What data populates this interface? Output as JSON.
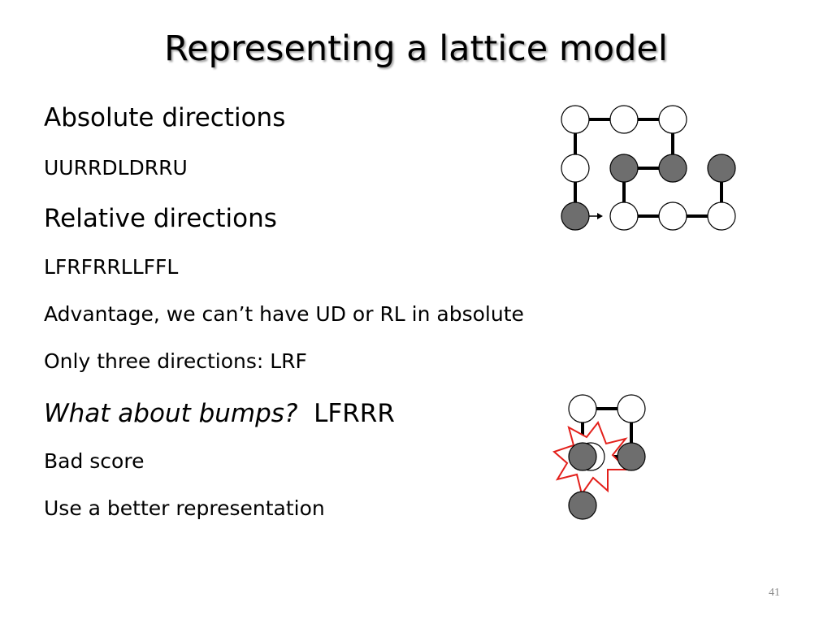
{
  "slide": {
    "title": "Representing a lattice model",
    "number": "41"
  },
  "bullets": [
    {
      "text": "Absolute directions"
    },
    {
      "text": "UURRDLDRRU"
    },
    {
      "text": "Relative directions"
    },
    {
      "text": "LFRFRRLLFFL"
    },
    {
      "text": "Advantage, we can’t have UD or RL in absolute"
    },
    {
      "text": "Only three directions: LRF"
    },
    {
      "text": "What about bumps?",
      "suffix": "LFRRR"
    },
    {
      "text": "Bad score"
    },
    {
      "text": "Use a better representation"
    }
  ],
  "colors": {
    "filled_node": "#6e6e6e",
    "empty_node": "#ffffff",
    "bond": "#000000",
    "collision_burst": "#e3201b"
  }
}
